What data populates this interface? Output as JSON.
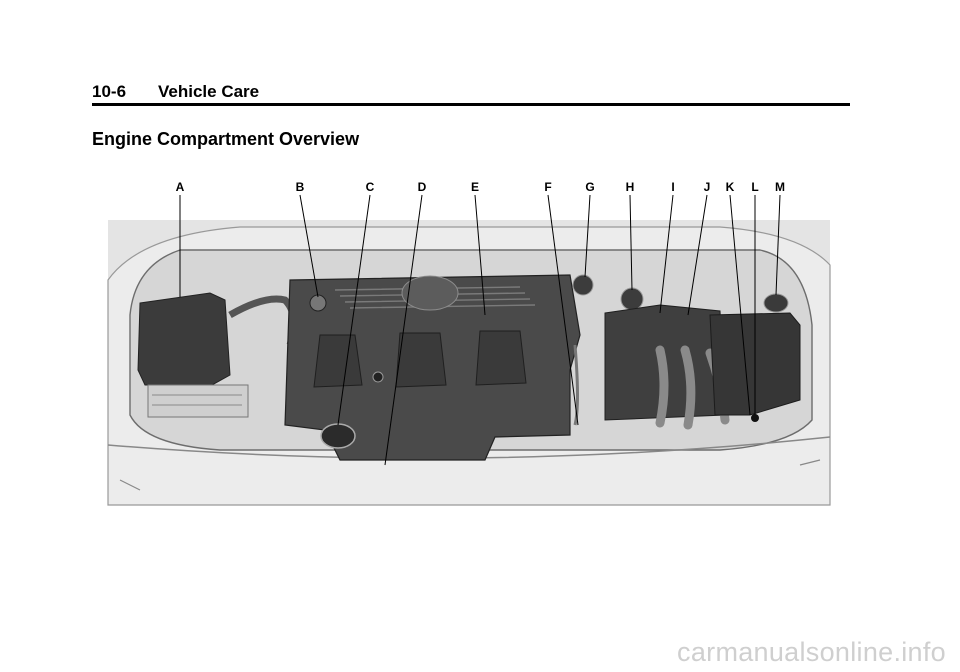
{
  "header": {
    "page_number": "10-6",
    "section": "Vehicle Care"
  },
  "section_title": "Engine Compartment Overview",
  "figure": {
    "callouts": [
      "A",
      "B",
      "C",
      "D",
      "E",
      "F",
      "G",
      "H",
      "I",
      "J",
      "K",
      "L",
      "M"
    ]
  },
  "watermark": "carmanualsonline.info"
}
